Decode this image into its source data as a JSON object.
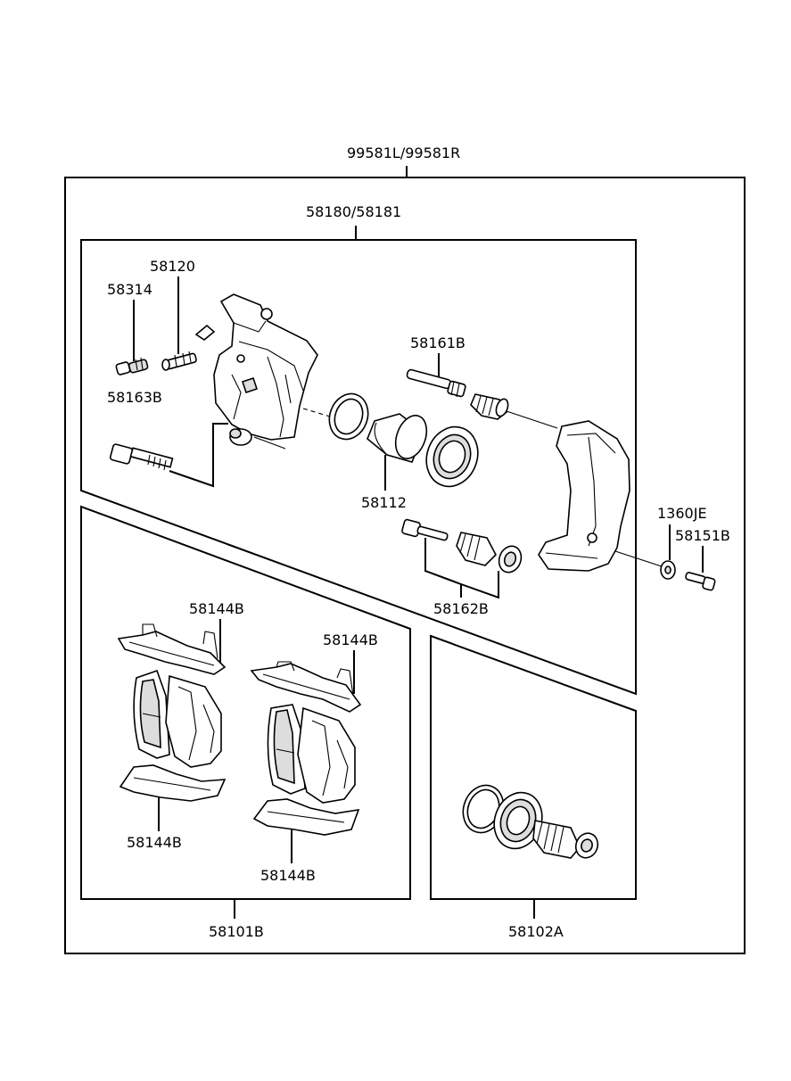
{
  "labels": {
    "assembly": "99581L/99581R",
    "caliper_assembly": "58180/58181",
    "bleeder_screw": "58120",
    "bleeder_cap": "58314",
    "guide_bolt": "58163B",
    "guide_pin_161b": "58161B",
    "piston": "58112",
    "guide_pin_162b": "58162B",
    "washer": "1360JE",
    "bolt_151b": "58151B",
    "pad_kit": "58101B",
    "seal_kit": "58102A",
    "shim_top_left": "58144B",
    "shim_top_right": "58144B",
    "shim_bottom_left": "58144B",
    "shim_bottom_right": "58144B"
  }
}
